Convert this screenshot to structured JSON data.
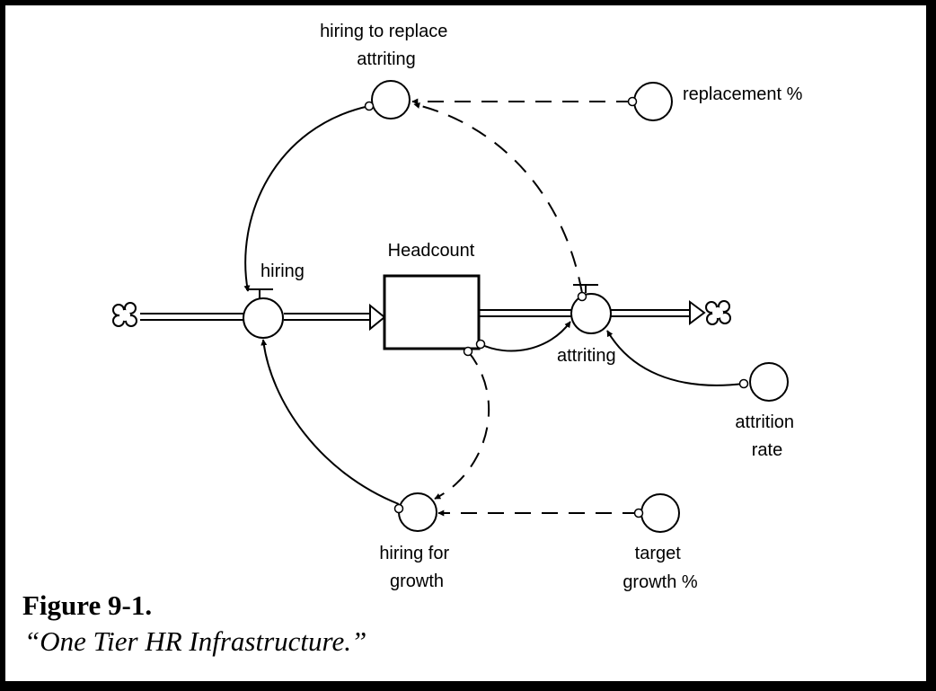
{
  "diagram": {
    "stock": "Headcount",
    "flows": {
      "inflow": "hiring",
      "outflow": "attriting"
    },
    "variables": {
      "hiring_to_replace": [
        "hiring to replace",
        "attriting"
      ],
      "replacement_pct": "replacement %",
      "attrition_rate": [
        "attrition",
        "rate"
      ],
      "hiring_for_growth": [
        "hiring for",
        "growth"
      ],
      "target_growth": [
        "target",
        "growth %"
      ]
    }
  },
  "caption": {
    "title": "Figure 9-1.",
    "subtitle": "“One Tier HR Infrastructure.”"
  }
}
